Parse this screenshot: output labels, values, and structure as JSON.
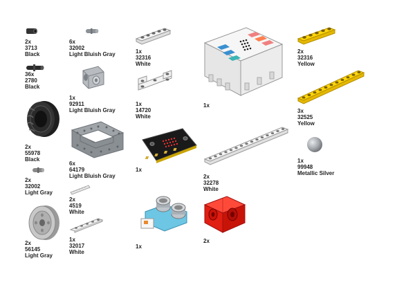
{
  "parts": [
    {
      "id": "p3713",
      "qty": "2x",
      "number": "3713",
      "color": "Black"
    },
    {
      "id": "p2780",
      "qty": "36x",
      "number": "2780",
      "color": "Black"
    },
    {
      "id": "p55978",
      "qty": "2x",
      "number": "55978",
      "color": "Black"
    },
    {
      "id": "p32002a",
      "qty": "2x",
      "number": "32002",
      "color": "Light Gray"
    },
    {
      "id": "p56145",
      "qty": "2x",
      "number": "56145",
      "color": "Light Gray"
    },
    {
      "id": "p32002b",
      "qty": "6x",
      "number": "32002",
      "color": "Light Bluish Gray"
    },
    {
      "id": "p92911",
      "qty": "1x",
      "number": "92911",
      "color": "Light Bluish Gray"
    },
    {
      "id": "p64179",
      "qty": "6x",
      "number": "64179",
      "color": "Light Bluish Gray"
    },
    {
      "id": "p4519",
      "qty": "2x",
      "number": "4519",
      "color": "White"
    },
    {
      "id": "p32017",
      "qty": "1x",
      "number": "32017",
      "color": "White"
    },
    {
      "id": "p32316w",
      "qty": "1x",
      "number": "32316",
      "color": "White"
    },
    {
      "id": "p14720",
      "qty": "1x",
      "number": "14720",
      "color": "White"
    },
    {
      "id": "pmicrobit",
      "qty": "1x",
      "number": "",
      "color": ""
    },
    {
      "id": "psonar",
      "qty": "1x",
      "number": "",
      "color": ""
    },
    {
      "id": "pbreakout",
      "qty": "1x",
      "number": "",
      "color": ""
    },
    {
      "id": "p32278",
      "qty": "2x",
      "number": "32278",
      "color": "White"
    },
    {
      "id": "pmotor",
      "qty": "2x",
      "number": "",
      "color": ""
    },
    {
      "id": "p32316y",
      "qty": "2x",
      "number": "32316",
      "color": "Yellow"
    },
    {
      "id": "p32525",
      "qty": "3x",
      "number": "32525",
      "color": "Yellow"
    },
    {
      "id": "p99948",
      "qty": "1x",
      "number": "99948",
      "color": "Metallic Silver"
    }
  ]
}
